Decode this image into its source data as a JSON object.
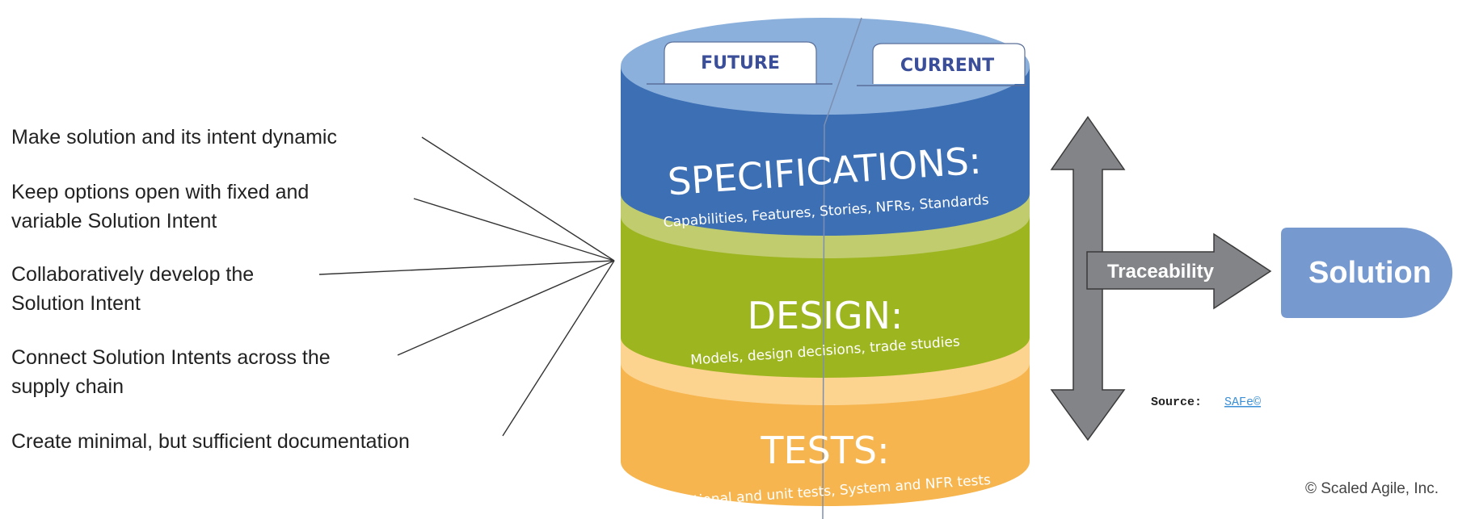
{
  "list": [
    {
      "line1": "Make solution and its intent dynamic"
    },
    {
      "line1": "Keep options open with fixed and",
      "line2": "variable Solution Intent"
    },
    {
      "line1": "Collaboratively develop the",
      "line2": "Solution Intent"
    },
    {
      "line1": "Connect Solution Intents across the",
      "line2": "supply chain"
    },
    {
      "line1": "Create minimal, but sufficient documentation"
    }
  ],
  "cylinder": {
    "tabs": {
      "future": "FUTURE",
      "current": "CURRENT"
    },
    "specifications": {
      "title": "SPECIFICATIONS:",
      "subtitle": "Capabilities, Features, Stories, NFRs, Standards",
      "color": "#3d6fb5"
    },
    "design": {
      "title": "DESIGN:",
      "subtitle": "Models, design decisions, trade studies",
      "color": "#9db51f"
    },
    "tests": {
      "title": "TESTS:",
      "subtitle": "Functional and unit tests, System and NFR tests",
      "color": "#f6b54e"
    },
    "top_color": "#8bb0dc"
  },
  "arrows": {
    "traceability": "Traceability",
    "color": "#838488"
  },
  "solution": {
    "label": "Solution",
    "color": "#7699cf"
  },
  "source": {
    "label": "Source:",
    "link": "SAFe©"
  },
  "copyright": "© Scaled Agile, Inc."
}
